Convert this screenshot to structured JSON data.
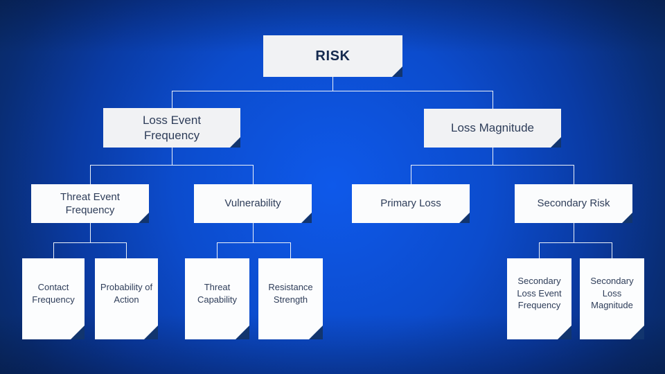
{
  "diagram": {
    "title": "RISK",
    "type": "tree",
    "colors": {
      "background_center": "#0e59ea",
      "background_edge": "#082756",
      "box_fill": "#f1f2f4",
      "box_text": "#2e3d59",
      "title_text": "#14294e",
      "connector_line": "#eef3f9",
      "fold_corner": "#12356e"
    },
    "nodes": {
      "risk": {
        "label": "RISK"
      },
      "lef": {
        "label": "Loss Event Frequency"
      },
      "lm": {
        "label": "Loss Magnitude"
      },
      "tef": {
        "label": "Threat Event Frequency"
      },
      "vuln": {
        "label": "Vulnerability"
      },
      "pl": {
        "label": "Primary Loss"
      },
      "sr": {
        "label": "Secondary Risk"
      },
      "cf": {
        "label": "Contact Frequency"
      },
      "poa": {
        "label": "Probability of Action"
      },
      "tc": {
        "label": "Threat Capability"
      },
      "rs": {
        "label": "Resistance Strength"
      },
      "slef": {
        "label": "Secondary Loss Event Frequency"
      },
      "slm": {
        "label": "Secondary Loss Magnitude"
      }
    },
    "hierarchy": {
      "RISK": {
        "Loss Event Frequency": {
          "Threat Event Frequency": [
            "Contact Frequency",
            "Probability of Action"
          ],
          "Vulnerability": [
            "Threat Capability",
            "Resistance Strength"
          ]
        },
        "Loss Magnitude": {
          "Primary Loss": [],
          "Secondary Risk": [
            "Secondary Loss Event Frequency",
            "Secondary Loss Magnitude"
          ]
        }
      }
    }
  }
}
